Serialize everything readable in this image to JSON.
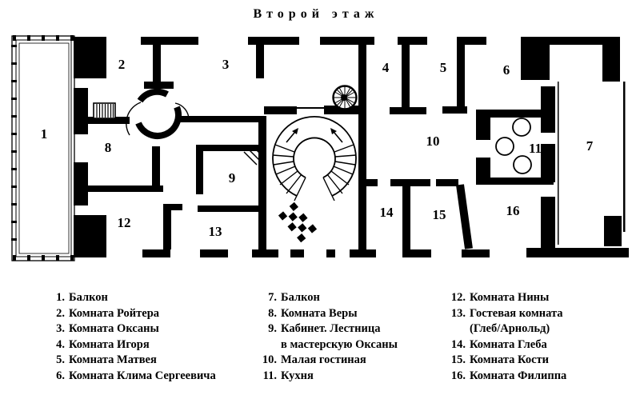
{
  "title": "Второй этаж",
  "plan": {
    "room_labels": [
      "1",
      "2",
      "3",
      "4",
      "5",
      "6",
      "7",
      "8",
      "9",
      "10",
      "11",
      "12",
      "13",
      "14",
      "15",
      "16"
    ]
  },
  "legend": {
    "col1": [
      {
        "num": "1.",
        "text": "Балкон"
      },
      {
        "num": "2.",
        "text": "Комната Ройтера"
      },
      {
        "num": "3.",
        "text": "Комната Оксаны"
      },
      {
        "num": "4.",
        "text": "Комната Игоря"
      },
      {
        "num": "5.",
        "text": "Комната Матвея"
      },
      {
        "num": "6.",
        "text": "Комната Клима Сергеевича"
      }
    ],
    "col2": [
      {
        "num": "7.",
        "text": "Балкон"
      },
      {
        "num": "8.",
        "text": "Комната Веры"
      },
      {
        "num": "9.",
        "text": "Кабинет. Лестница",
        "text2": "в мастерскую Оксаны"
      },
      {
        "num": "10.",
        "text": "Малая гостиная"
      },
      {
        "num": "11.",
        "text": "Кухня"
      }
    ],
    "col3": [
      {
        "num": "12.",
        "text": "Комната Нины"
      },
      {
        "num": "13.",
        "text": "Гостевая комната",
        "text2": "(Глеб/Арнольд)"
      },
      {
        "num": "14.",
        "text": "Комната Глеба"
      },
      {
        "num": "15.",
        "text": "Комната Кости"
      },
      {
        "num": "16.",
        "text": "Комната Филиппа"
      }
    ]
  },
  "colors": {
    "ink": "#000000",
    "paper": "#ffffff"
  }
}
